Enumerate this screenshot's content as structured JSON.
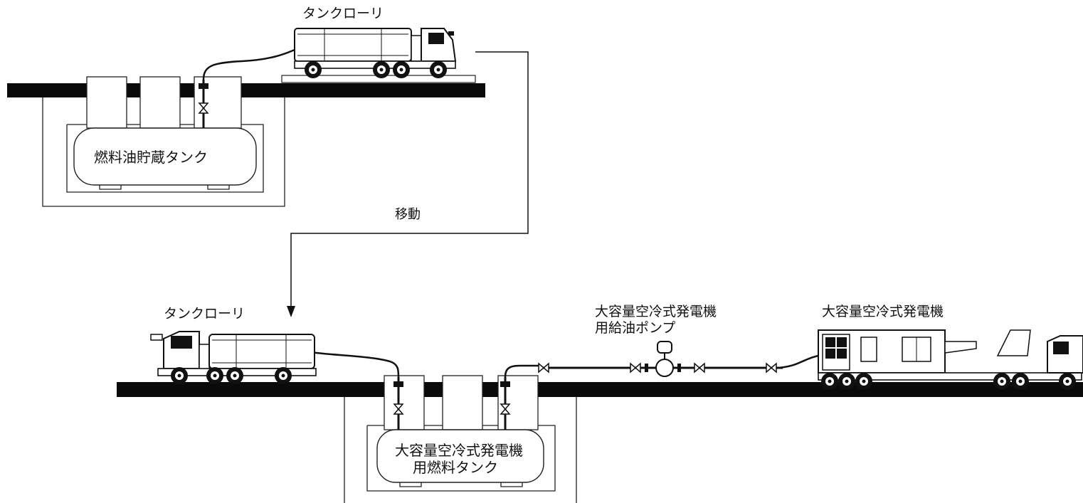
{
  "labels": {
    "tanker_top": "タンクローリ",
    "storage_tank": "燃料油貯蔵タンク",
    "move": "移動",
    "tanker_bottom": "タンクローリ",
    "pump_line1": "大容量空冷式発電機",
    "pump_line2": "用給油ポンプ",
    "generator": "大容量空冷式発電機",
    "gen_tank_line1": "大容量空冷式発電機",
    "gen_tank_line2": "用燃料タンク"
  },
  "colors": {
    "ink": "#111111",
    "ground": "#0a0a0a",
    "paper": "#ffffff"
  }
}
